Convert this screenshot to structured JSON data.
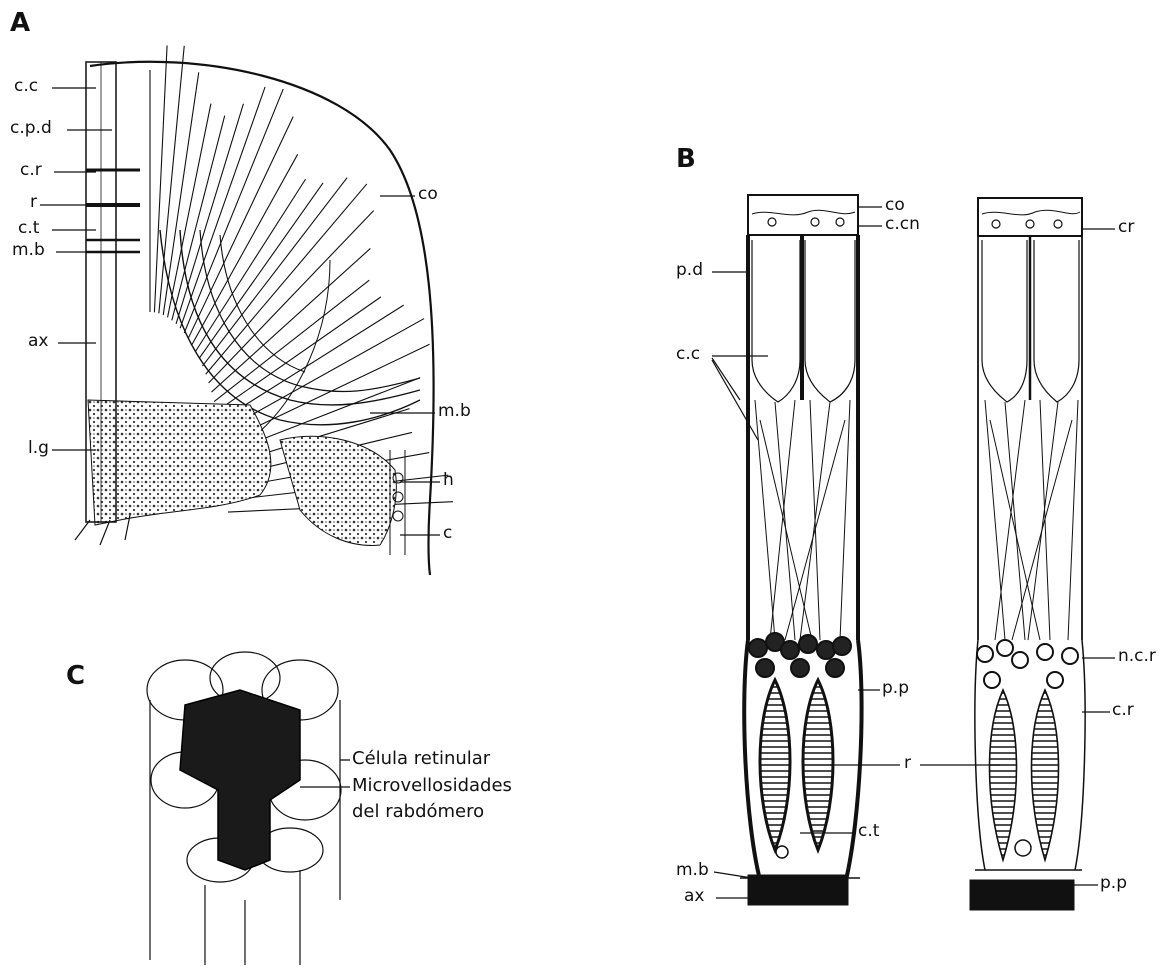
{
  "panels": {
    "A": {
      "letter": "A",
      "labels": {
        "cc": "c.c",
        "cpd": "c.p.d",
        "cr": "c.r",
        "r": "r",
        "ct": "c.t",
        "mb_left": "m.b",
        "ax": "ax",
        "lg": "l.g",
        "co": "co",
        "mb_right": "m.b",
        "h": "h",
        "c": "c"
      }
    },
    "B": {
      "letter": "B",
      "labels": {
        "co": "co",
        "ccn": "c.cn",
        "cr_top": "cr",
        "pd": "p.d",
        "cc": "c.c",
        "ncr": "n.c.r",
        "pp_upper": "p.p",
        "cr_right": "c.r",
        "r": "r",
        "ct": "c.t",
        "mb": "m.b",
        "ax": "ax",
        "pp_lower": "p.p"
      }
    },
    "C": {
      "letter": "C",
      "labels": {
        "retinular": "Célula retinular",
        "micro_1": "Microvellosidades",
        "micro_2": "del rabdómero"
      }
    }
  }
}
